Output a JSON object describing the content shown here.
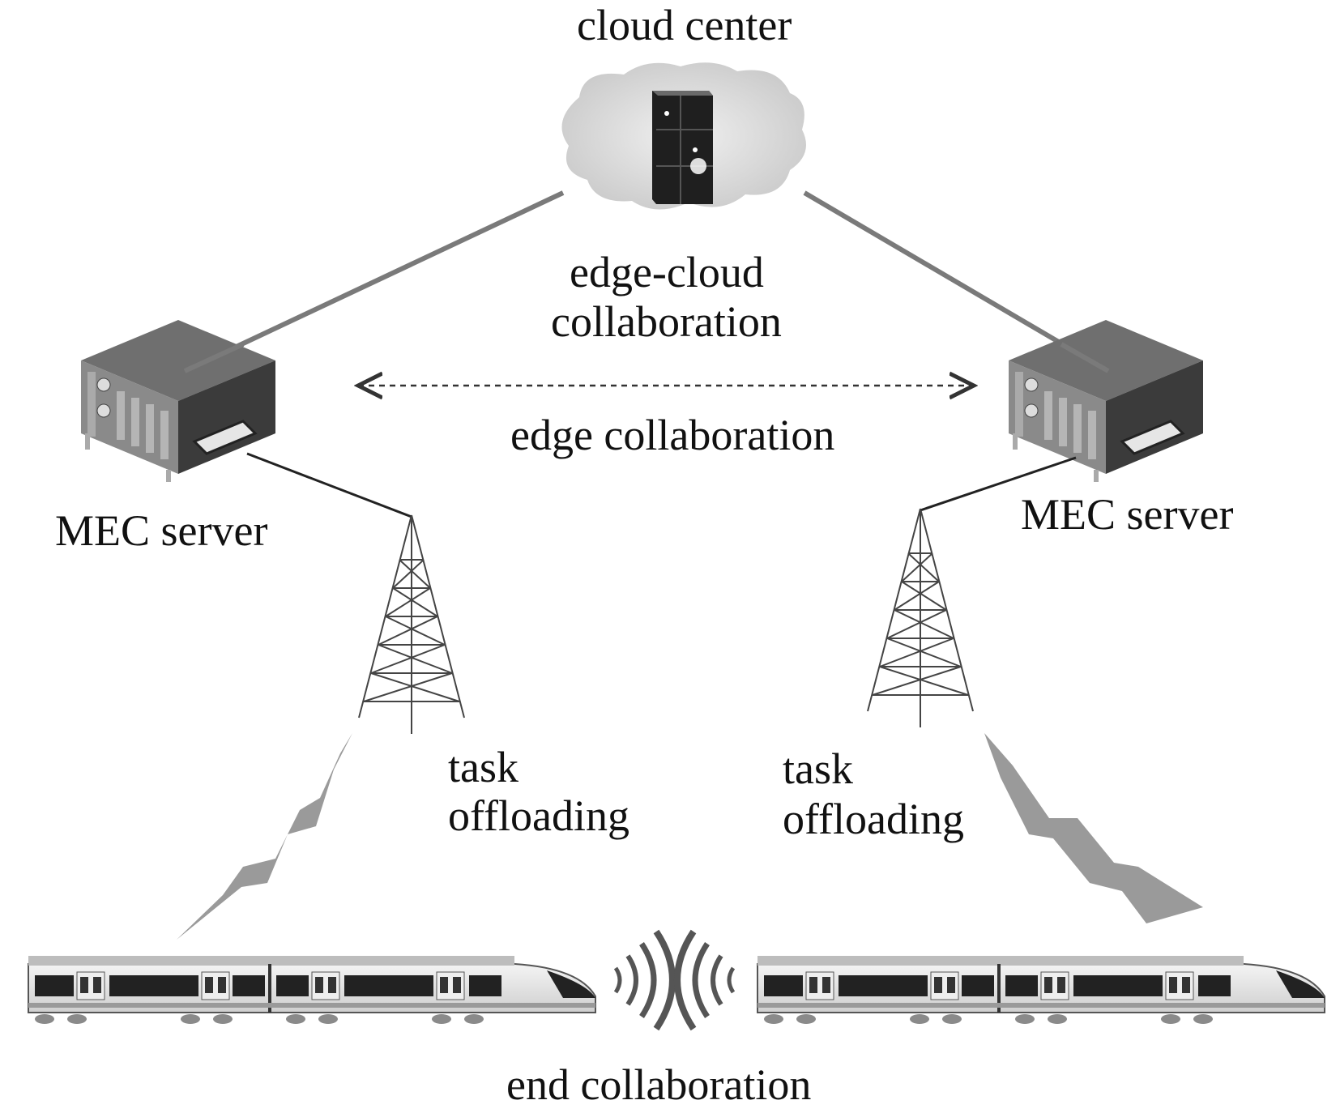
{
  "labels": {
    "cloud_center": "cloud center",
    "edge_cloud_line1": "edge-cloud",
    "edge_cloud_line2": "collaboration",
    "edge_collaboration": "edge collaboration",
    "mec_left": "MEC server",
    "mec_right": "MEC server",
    "task_left_line1": "task",
    "task_left_line2": "offloading",
    "task_right_line1": "task",
    "task_right_line2": "offloading",
    "end_collaboration": "end collaboration"
  },
  "icons": {
    "cloud": "cloud-server-icon",
    "server": "mec-server-icon",
    "tower": "cell-tower-icon",
    "lightning": "wireless-link-icon",
    "train": "train-icon",
    "signal": "signal-waves-icon"
  },
  "colors": {
    "text": "#111111",
    "link_line": "#7a7a7a",
    "server_body": "#555555",
    "cloud": "#cfcfcf",
    "lightning": "#9a9a9a"
  }
}
